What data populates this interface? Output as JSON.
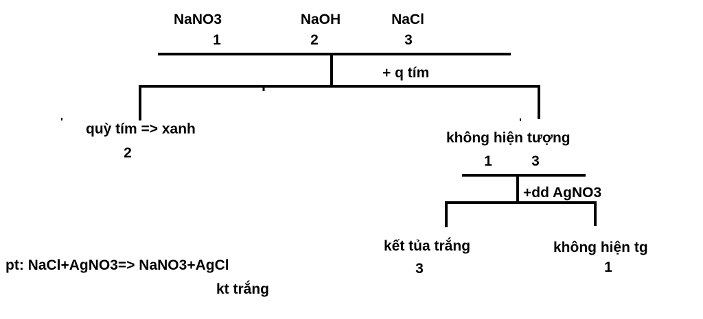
{
  "diagram": {
    "top": {
      "reagents": [
        {
          "formula": "NaNO3",
          "number": "1"
        },
        {
          "formula": "NaOH",
          "number": "2"
        },
        {
          "formula": "NaCl",
          "number": "3"
        }
      ],
      "step_label": "+  q tím"
    },
    "left_branch": {
      "result": "quỳ tím => xanh",
      "number": "2"
    },
    "right_branch": {
      "result": "không hiện tượng",
      "numbers": [
        "1",
        "3"
      ],
      "step_label": "+dd AgNO3",
      "sub_left": {
        "result": "kết tủa trắng",
        "number": "3"
      },
      "sub_right": {
        "result": "không hiện tg",
        "number": "1"
      }
    },
    "equation": {
      "text": "pt: NaCl+AgNO3=> NaNO3+AgCl",
      "note": "kt trắng"
    }
  }
}
